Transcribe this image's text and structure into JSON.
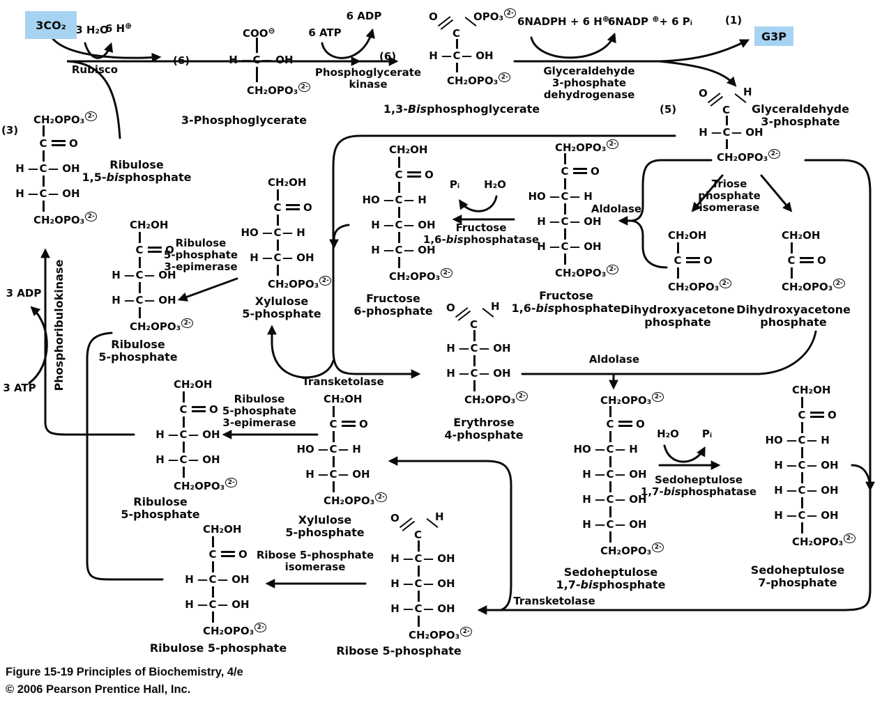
{
  "figure": {
    "caption_line1": "Figure 15-19  Principles of Biochemistry, 4/e",
    "caption_line2": "© 2006 Pearson Prentice Hall, Inc.",
    "highlight_color": "#a7d3f2"
  },
  "highlights": [
    {
      "id": "co2box",
      "text": "3CO₂"
    },
    {
      "id": "g3pbox",
      "text": "G3P"
    }
  ],
  "tags": [
    "(3)",
    "(6)",
    "(6)",
    "(5)",
    "(1)"
  ],
  "molecules": [
    {
      "id": "rubp",
      "rows": [
        "CH₂OPO₃@",
        "C=O",
        "H-C-OH",
        "H-C-OH",
        "CH₂OPO₃@"
      ],
      "label": [
        "Ribulose",
        "1,5-*bis*phosphate"
      ]
    },
    {
      "id": "pg3",
      "rows": [
        "COO⊖",
        "H-C-OH",
        "CH₂OPO₃@"
      ],
      "label": [
        "3-Phosphoglycerate"
      ]
    },
    {
      "id": "bpg13",
      "rows": [
        {
          "a": [
            "O",
            "OPO₃@"
          ]
        },
        "H-C-OH",
        "CH₂OPO₃@"
      ],
      "label": [
        "1,3-*Bis*phosphoglycerate"
      ]
    },
    {
      "id": "g3p",
      "rows": [
        {
          "a": [
            "O",
            "H"
          ]
        },
        "H-C-OH",
        "CH₂OPO₃@"
      ],
      "label": [
        "Glyceraldehyde",
        "3-phosphate"
      ]
    },
    {
      "id": "x5p1",
      "rows": [
        "CH₂OH",
        "C=O",
        "HO-C-H",
        "H-C-OH",
        "CH₂OPO₃@"
      ],
      "label": [
        "Xylulose",
        "5-phosphate"
      ]
    },
    {
      "id": "f6p",
      "rows": [
        "CH₂OH",
        "C=O",
        "HO-C-H",
        "H-C-OH",
        "H-C-OH",
        "CH₂OPO₃@"
      ],
      "label": [
        "Fructose",
        "6-phosphate"
      ]
    },
    {
      "id": "fbp",
      "rows": [
        "CH₂OPO₃@",
        "C=O",
        "HO-C-H",
        "H-C-OH",
        "H-C-OH",
        "CH₂OPO₃@"
      ],
      "label": [
        "Fructose",
        "1,6-*bis*phosphate"
      ]
    },
    {
      "id": "dhap1",
      "rows": [
        "CH₂OH",
        "C=O",
        "CH₂OPO₃@"
      ],
      "label": [
        "Dihydroxyacetone",
        "phosphate"
      ]
    },
    {
      "id": "dhap2",
      "rows": [
        "CH₂OH",
        "C=O",
        "CH₂OPO₃@"
      ],
      "label": [
        "Dihydroxyacetone",
        "phosphate"
      ]
    },
    {
      "id": "r5p1",
      "rows": [
        "CH₂OH",
        "C=O",
        "H-C-OH",
        "H-C-OH",
        "CH₂OPO₃@"
      ],
      "label": [
        "Ribulose",
        "5-phosphate"
      ]
    },
    {
      "id": "r5p2",
      "rows": [
        "CH₂OH",
        "C=O",
        "H-C-OH",
        "H-C-OH",
        "CH₂OPO₃@"
      ],
      "label": [
        "Ribulose",
        "5-phosphate"
      ]
    },
    {
      "id": "x5p2",
      "rows": [
        "CH₂OH",
        "C=O",
        "HO-C-H",
        "H-C-OH",
        "CH₂OPO₃@"
      ],
      "label": [
        "Xylulose",
        "5-phosphate"
      ]
    },
    {
      "id": "e4p",
      "rows": [
        {
          "a": [
            "O",
            "H"
          ]
        },
        "H-C-OH",
        "H-C-OH",
        "CH₂OPO₃@"
      ],
      "label": [
        "Erythrose",
        "4-phosphate"
      ]
    },
    {
      "id": "sbp17",
      "rows": [
        "CH₂OPO₃@",
        "C=O",
        "HO-C-H",
        "H-C-OH",
        "H-C-OH",
        "H-C-OH",
        "CH₂OPO₃@"
      ],
      "label": [
        "Sedoheptulose",
        "1,7-*bis*phosphate"
      ]
    },
    {
      "id": "s7p",
      "rows": [
        "CH₂OH",
        "C=O",
        "HO-C-H",
        "H-C-OH",
        "H-C-OH",
        "H-C-OH",
        "CH₂OPO₃@"
      ],
      "label": [
        "Sedoheptulose",
        "7-phosphate"
      ]
    },
    {
      "id": "r5p3",
      "rows": [
        "CH₂OH",
        "C=O",
        "H-C-OH",
        "H-C-OH",
        "CH₂OPO₃@"
      ],
      "label": [
        "Ribulose 5-phosphate"
      ]
    },
    {
      "id": "rib5p",
      "rows": [
        {
          "a": [
            "O",
            "H"
          ]
        },
        "H-C-OH",
        "H-C-OH",
        "H-C-OH",
        "CH₂OPO₃@"
      ],
      "label": [
        "Ribose 5-phosphate"
      ]
    }
  ],
  "enzymes": [
    {
      "id": "rubisco",
      "lines": [
        "Rubisco"
      ]
    },
    {
      "id": "pgk",
      "lines": [
        "Phosphoglycerate",
        "kinase"
      ]
    },
    {
      "id": "gapdh",
      "lines": [
        "Glyceraldehyde",
        "3-phosphate",
        "dehydrogenase"
      ]
    },
    {
      "id": "tpi",
      "lines": [
        "Triose",
        "phosphate",
        "isomerase"
      ]
    },
    {
      "id": "ald1",
      "lines": [
        "Aldolase"
      ]
    },
    {
      "id": "fbpase",
      "lines": [
        "Fructose",
        "1,6-*bis*phosphatase"
      ]
    },
    {
      "id": "epi1",
      "lines": [
        "Ribulose",
        "5-phosphate",
        "3-epimerase"
      ]
    },
    {
      "id": "prk",
      "lines": [
        "Phosphoribulokinase"
      ]
    },
    {
      "id": "tk1",
      "lines": [
        "Transketolase"
      ]
    },
    {
      "id": "ald2",
      "lines": [
        "Aldolase"
      ]
    },
    {
      "id": "sbpase",
      "lines": [
        "Sedoheptulose",
        "1,7-*bis*phosphatase"
      ]
    },
    {
      "id": "epi2",
      "lines": [
        "Ribulose",
        "5-phosphate",
        "3-epimerase"
      ]
    },
    {
      "id": "iso",
      "lines": [
        "Ribose 5-phosphate",
        "isomerase"
      ]
    },
    {
      "id": "tk2",
      "lines": [
        "Transketolase"
      ]
    }
  ],
  "cofactors": [
    {
      "id": "h2o1",
      "text": "3 H₂O"
    },
    {
      "id": "hplus",
      "text": "6 H⊕"
    },
    {
      "id": "atp6",
      "text": "6 ATP"
    },
    {
      "id": "adp6",
      "text": "6 ADP"
    },
    {
      "id": "nadph",
      "text": "6NADPH + 6 H⊕"
    },
    {
      "id": "nadp",
      "text": "6NADP ⊕+ 6 Pᵢ"
    },
    {
      "id": "pi1",
      "text": "Pᵢ"
    },
    {
      "id": "h2o2",
      "text": "H₂O"
    },
    {
      "id": "h2o3",
      "text": "H₂O"
    },
    {
      "id": "pi2",
      "text": "Pᵢ"
    },
    {
      "id": "adp3",
      "text": "3 ADP"
    },
    {
      "id": "atp3",
      "text": "3 ATP"
    }
  ]
}
